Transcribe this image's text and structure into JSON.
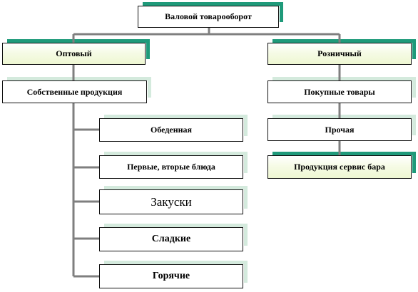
{
  "nodes": {
    "root": "Валовой товарооборот",
    "wholesale": "Оптовый",
    "retail": "Розничный",
    "own_products": "Собственные продукция",
    "purchased_goods": "Покупные товары",
    "other": "Прочая",
    "bar_service": "Продукция  сервис бара",
    "lunch": "Обеденная",
    "first_second": "Первые, вторые блюда",
    "snacks": "Закуски",
    "sweet": "Сладкие",
    "hot": "Горячие"
  },
  "colors": {
    "accent_teal": "#1f9a7a",
    "shadow_mint": "#d4eadd",
    "highlight_green": "#eef7d2",
    "connector": "#7f7f7f"
  }
}
